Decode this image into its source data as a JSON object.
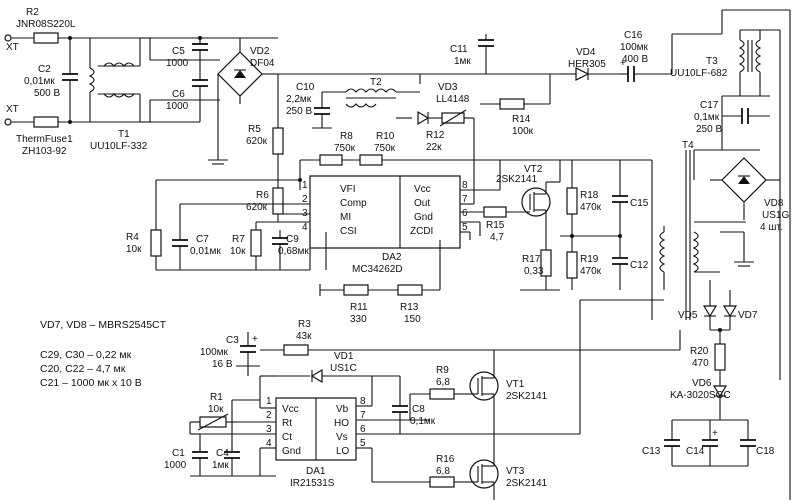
{
  "title": "",
  "labels": {
    "xt1": "XT",
    "xt2": "XT",
    "r2": "R2",
    "r2v": "JNR08S220L",
    "c2": "C2",
    "c2v": "0,01мк",
    "c2v2": "500 В",
    "th": "ThermFuse1",
    "thv": "ZH103-92",
    "t1": "T1",
    "t1v": "UU10LF-332",
    "c5": "C5",
    "c5v": "1000",
    "c6": "C6",
    "c6v": "1000",
    "vd2": "VD2",
    "vd2v": "DF04",
    "r5": "R5",
    "r5v": "620к",
    "c10": "C10",
    "c10v": "2,2мк",
    "c10v2": "250 В",
    "t2": "T2",
    "vd3": "VD3",
    "vd3v": "LL4148",
    "c11": "C11",
    "c11v": "1мк",
    "vd4": "VD4",
    "vd4v": "HER305",
    "c16": "C16",
    "c16v": "100мк",
    "c16v2": "400 В",
    "t3": "T3",
    "t3v": "UU10LF-682",
    "c17": "C17",
    "c17v": "0,1мк",
    "c17v2": "250 В",
    "t4": "T4",
    "vd8": "VD8",
    "vd8v": "US1G",
    "vd8v2": "4 шт.",
    "r8": "R8",
    "r8v": "750к",
    "r10": "R10",
    "r10v": "750к",
    "r12": "R12",
    "r12v": "22к",
    "r14": "R14",
    "r14v": "100к",
    "vt2": "VT2",
    "vt2v": "2SK2141",
    "r6": "R6",
    "r6v": "620к",
    "r4": "R4",
    "r4v": "10к",
    "c7": "C7",
    "c7v": "0,01мк",
    "r7": "R7",
    "r7v": "10к",
    "c9": "C9",
    "c9v": "0,68мк",
    "da2": "DA2",
    "da2v": "MC34262D",
    "r15": "R15",
    "r15v": "4,7",
    "r18": "R18",
    "r18v": "470к",
    "c15": "C15",
    "r19": "R19",
    "r19v": "470к",
    "c12": "C12",
    "r17": "R17",
    "r17v": "0,33",
    "r11": "R11",
    "r11v": "330",
    "r13": "R13",
    "r13v": "150",
    "note1": "VD7, VD8 – MBRS2545CT",
    "note2": "C29, C30 – 0,22 мк",
    "note3": "C20, C22 – 4,7 мк",
    "note4": "C21 – 1000 мк х 10 В",
    "c3": "C3",
    "c3v": "100мк",
    "c3v2": "16 В",
    "r3": "R3",
    "r3v": "43к",
    "vd1": "VD1",
    "vd1v": "US1C",
    "r9": "R9",
    "r9v": "6,8",
    "vt1": "VT1",
    "vt1v": "2SK2141",
    "c8": "C8",
    "c8v": "0,1мк",
    "r1": "R1",
    "r1v": "10к",
    "c1": "C1",
    "c1v": "1000",
    "c4": "C4",
    "c4v": "1мк",
    "da1": "DA1",
    "da1v": "IR21531S",
    "r16": "R16",
    "r16v": "6,8",
    "vt3": "VT3",
    "vt3v": "2SK2141",
    "vd5": "VD5",
    "vd7": "VD7",
    "r20": "R20",
    "r20v": "470",
    "vd6": "VD6",
    "vd6v": "KA-3020SGC",
    "c13": "C13",
    "c14": "C14",
    "c18": "C18"
  },
  "da2_pins": {
    "p1": "1",
    "p2": "2",
    "p3": "3",
    "p4": "4",
    "p5": "5",
    "p6": "6",
    "p7": "7",
    "p8": "8",
    "vfi": "VFI",
    "comp": "Comp",
    "mi": "MI",
    "csi": "CSI",
    "vcc": "Vcc",
    "out": "Out",
    "gnd": "Gnd",
    "zcdi": "ZCDI"
  },
  "da1_pins": {
    "p1": "1",
    "p2": "2",
    "p3": "3",
    "p4": "4",
    "p5": "5",
    "p6": "6",
    "p7": "7",
    "p8": "8",
    "vcc": "Vcc",
    "rt": "Rt",
    "ct": "Ct",
    "gnd": "Gnd",
    "vb": "Vb",
    "ho": "HO",
    "vs": "Vs",
    "lo": "LO"
  }
}
